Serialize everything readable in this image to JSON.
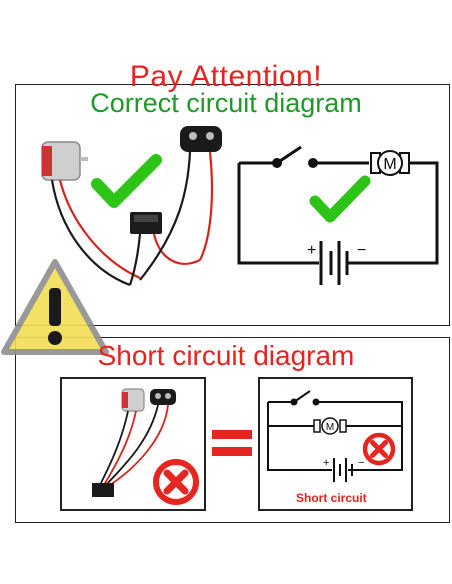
{
  "headings": {
    "pay_attention": "Pay Attention!",
    "correct_title": "Correct circuit diagram",
    "short_title": "Short circuit diagram"
  },
  "schematic": {
    "motor_symbol": "M",
    "plus": "+",
    "minus": "−"
  },
  "short_schematic": {
    "motor_symbol": "M",
    "plus": "+",
    "minus": "−",
    "label": "Short circuit"
  },
  "icons": [
    "check-icon",
    "cross-icon",
    "warning-icon"
  ],
  "colors": {
    "title_red": "#e8231f",
    "title_green": "#1f9a2a",
    "check_green": "#2ec417",
    "cross_red": "#e52620",
    "warning_yellow": "#f2de55",
    "wire_red": "#d8231b",
    "wire_black": "#1a1a1a"
  }
}
